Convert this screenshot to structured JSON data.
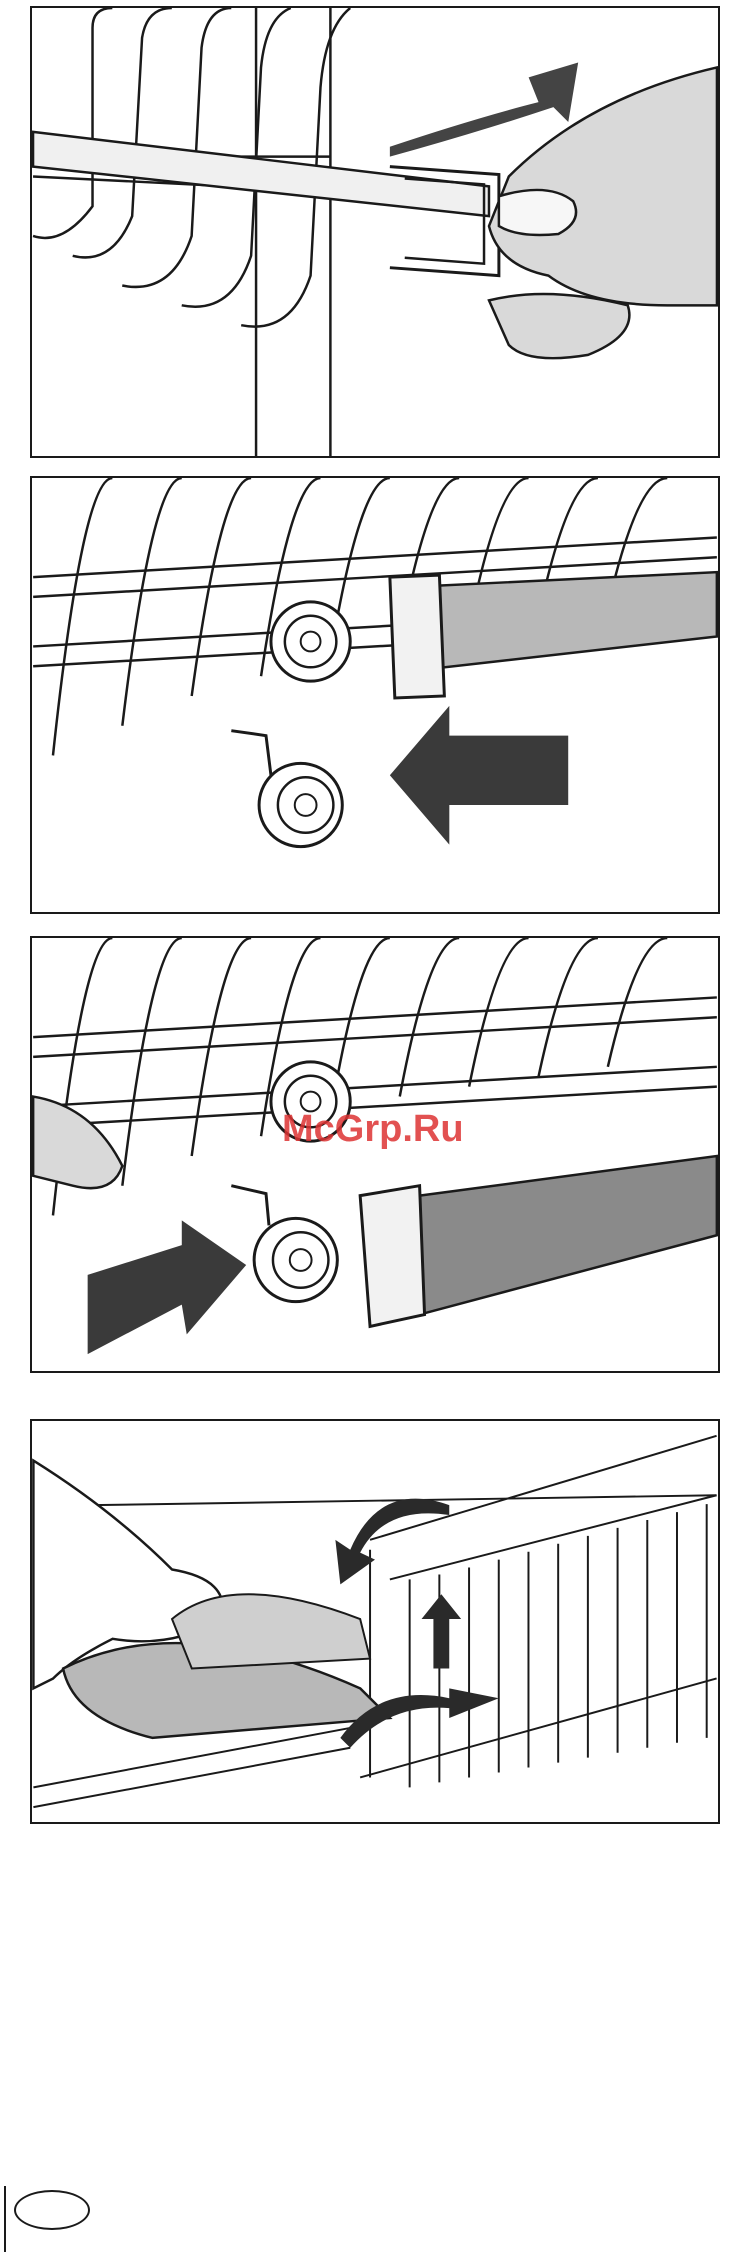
{
  "watermark": {
    "text": "McGrp.Ru"
  },
  "panels": [
    {
      "id": "panel-1",
      "arrow": "curved-up-right"
    },
    {
      "id": "panel-2",
      "arrow": "left"
    },
    {
      "id": "panel-3",
      "arrow": "right"
    },
    {
      "id": "panel-4",
      "arrow": "curved-down"
    }
  ],
  "colors": {
    "line": "#1a1a1a",
    "skin": "#d9d9d9",
    "rail": "#b8b8b8",
    "arrow": "#2a2a2a"
  }
}
